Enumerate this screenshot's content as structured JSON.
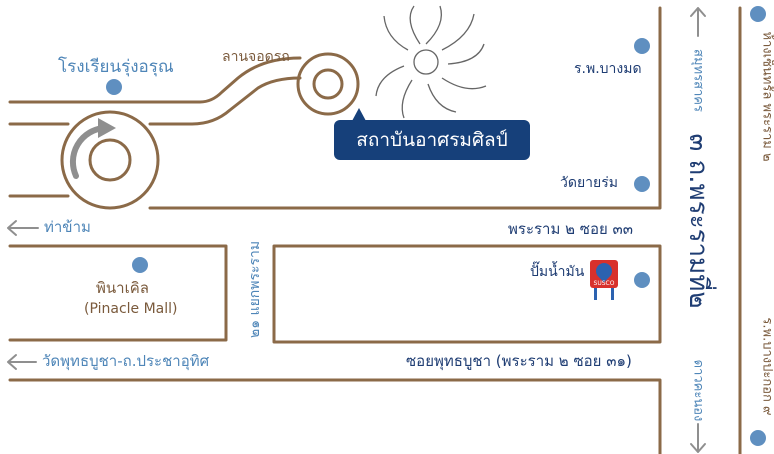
{
  "colors": {
    "road": "#8b6a48",
    "place_text": "#4f86b8",
    "main_road_text": "#1f3d73",
    "callout_bg": "#16407a",
    "marker": "#5f8fc0",
    "arrow": "#8f8f8f"
  },
  "destination": "สถาบันอาศรมศิลป์",
  "landmarks": {
    "school": "โรงเรียนรุ่งอรุณ",
    "parking": "ลานจอดรถ",
    "hospital": "ร.พ.บางมด",
    "temple": "วัดยายร่ม",
    "gas_station": "ปั๊มน้ำมัน",
    "gas_brand": "SUSCO",
    "mall": "พินาเคิล",
    "mall_en": "(Pinacle Mall)"
  },
  "roads": {
    "main_road": "๓ ถ.พระรามที่๒",
    "soi_33": "พระราม ๒ ซอย ๓๓",
    "soi_31": "ซอยพุทธบูชา (พระราม ๒ ซอย ๓๑)",
    "side_street": "๒๑ แยกพระราม",
    "to_pier": "ท่าข้าม",
    "to_temple": "วัดพุทธบูชา-ถ.ประชาอุทิศ",
    "to_samut": "สมุทรสาคร",
    "to_dao_khanong": "ดาวคะนอง",
    "to_central": "ห้างเซ็นทรัล พระราม ๒",
    "to_bangpakok": "ร.พ.บางปะกอก ๙"
  }
}
